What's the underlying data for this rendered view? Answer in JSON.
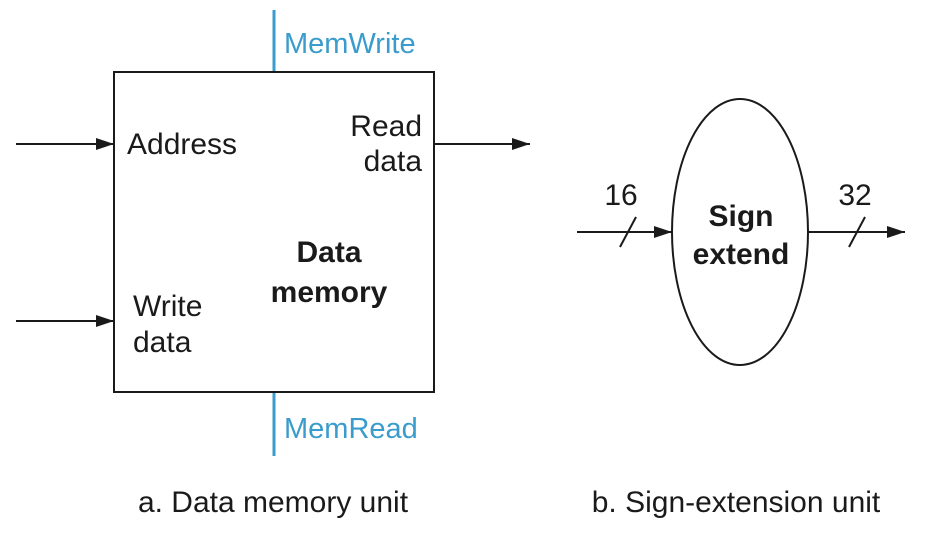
{
  "colors": {
    "control": "#3a9ccc",
    "ink": "#1a1a1a"
  },
  "data_memory": {
    "mem_write": "MemWrite",
    "mem_read": "MemRead",
    "address": "Address",
    "read_data_line1": "Read",
    "read_data_line2": "data",
    "write_data_line1": "Write",
    "write_data_line2": "data",
    "title_line1": "Data",
    "title_line2": "memory",
    "caption": "a. Data memory unit"
  },
  "sign_extend": {
    "input_width": "16",
    "output_width": "32",
    "title_line1": "Sign",
    "title_line2": "extend",
    "caption": "b. Sign-extension unit"
  }
}
